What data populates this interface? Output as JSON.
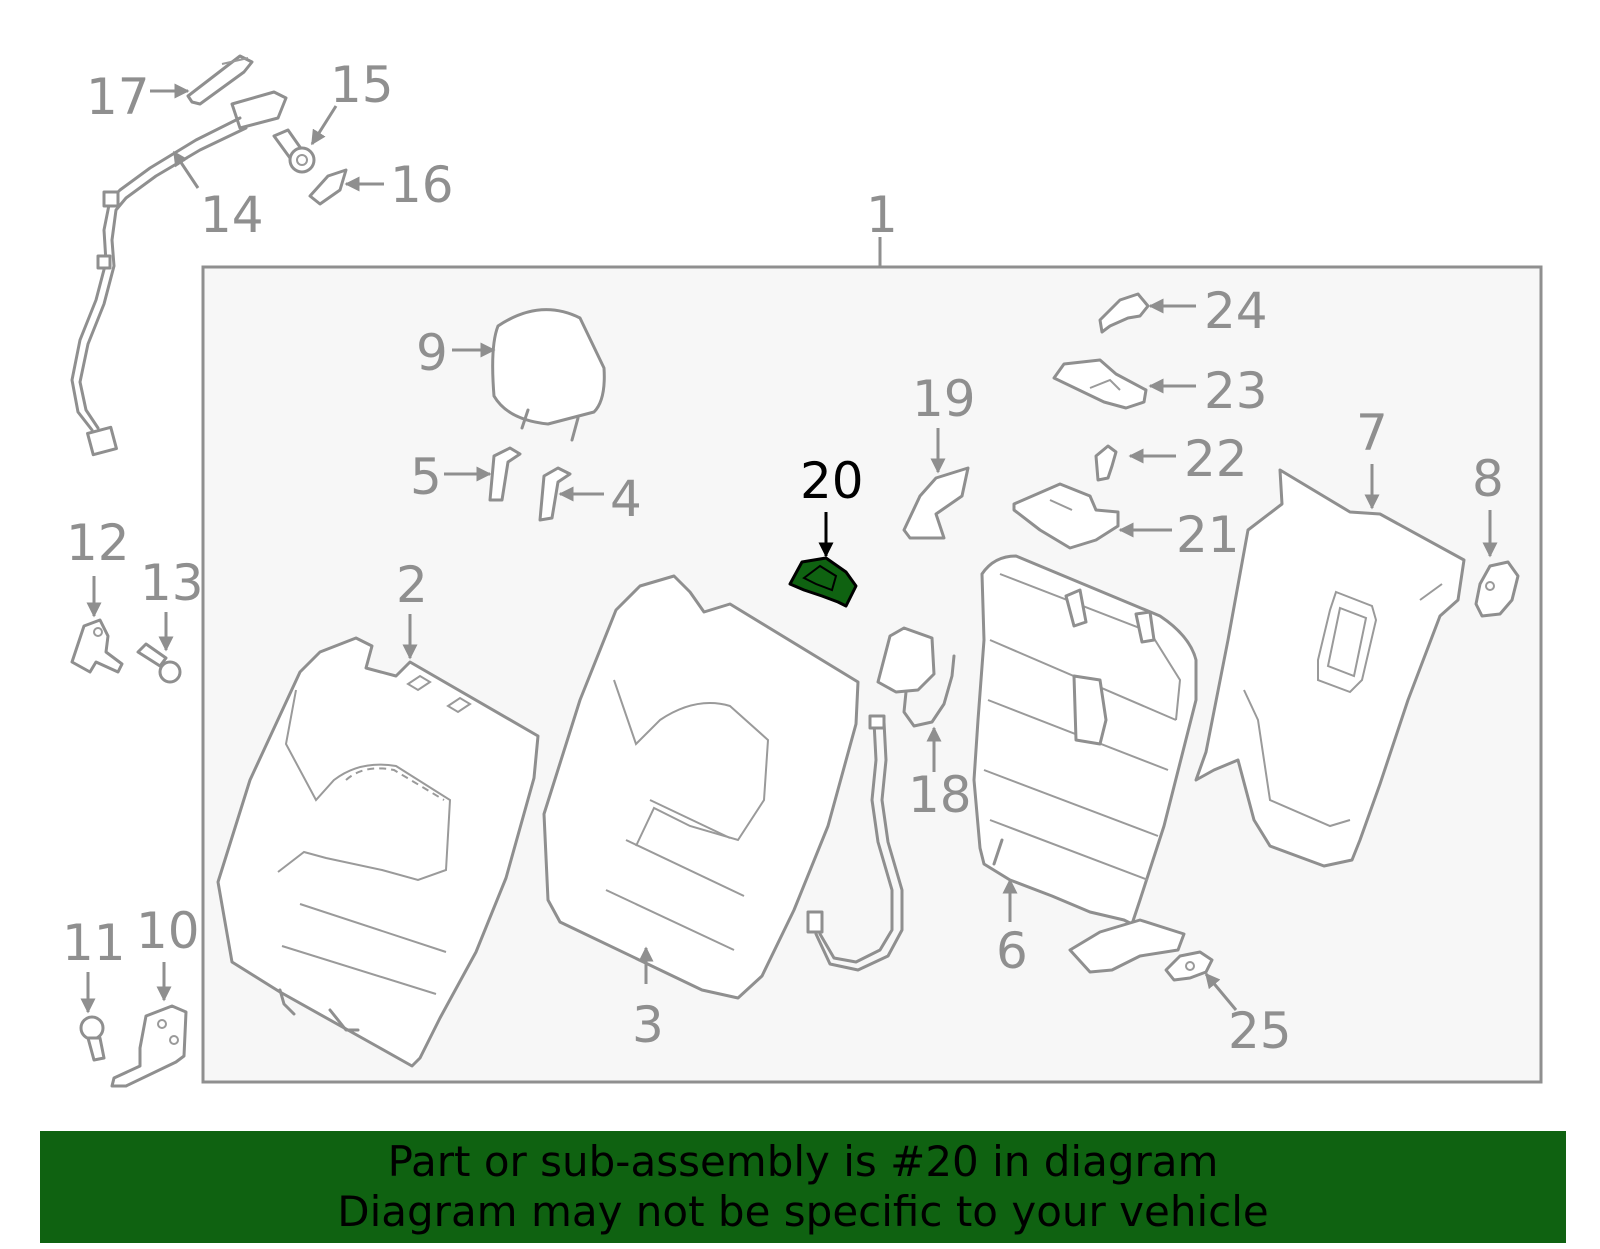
{
  "diagram": {
    "highlight_color": "#0f6211",
    "frame_fill": "#f7f7f7",
    "line_color": "#8f8f8f",
    "highlighted_part": "20",
    "labels": {
      "l1": "1",
      "l2": "2",
      "l3": "3",
      "l4": "4",
      "l5": "5",
      "l6": "6",
      "l7": "7",
      "l8": "8",
      "l9": "9",
      "l10": "10",
      "l11": "11",
      "l12": "12",
      "l13": "13",
      "l14": "14",
      "l15": "15",
      "l16": "16",
      "l17": "17",
      "l18": "18",
      "l19": "19",
      "l20": "20",
      "l21": "21",
      "l22": "22",
      "l23": "23",
      "l24": "24",
      "l25": "25"
    }
  },
  "banner": {
    "line1": "Part or sub-assembly is #20 in diagram",
    "line2": "Diagram may not be specific to your vehicle"
  }
}
